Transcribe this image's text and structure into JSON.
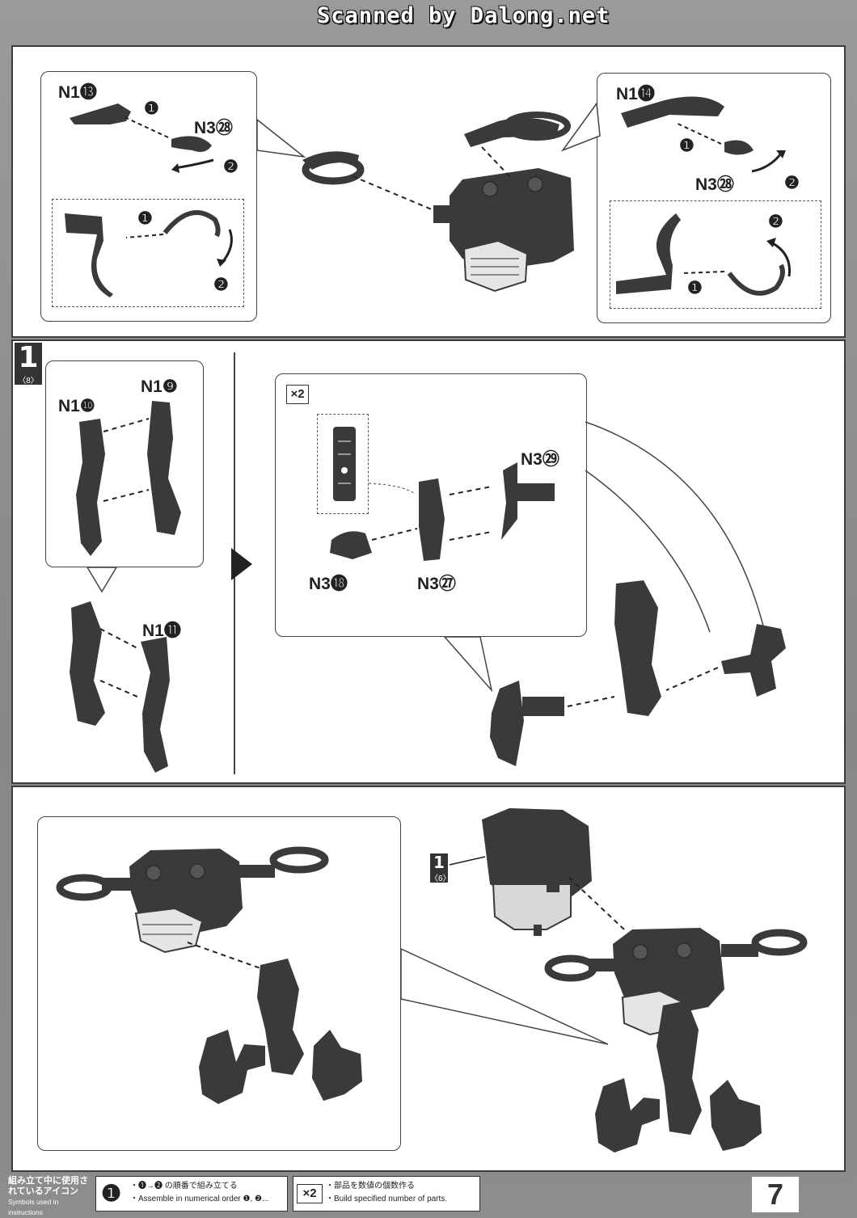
{
  "watermark": "Scanned by Dalong.net",
  "panel_top": {
    "left_callout": {
      "label_a": "N1⓭",
      "label_b": "N3㉘",
      "order_1": "❶",
      "order_2": "❷",
      "order_1b": "❶",
      "order_2b": "❷"
    },
    "right_callout": {
      "label_a": "N1⓮",
      "label_b": "N3㉘",
      "order_1": "❶",
      "order_2": "❷",
      "order_1b": "❶",
      "order_2b": "❷"
    }
  },
  "panel_middle": {
    "step_number": "1",
    "step_ref": "〈8〉",
    "multiplier": "×2",
    "labels": {
      "n1_9": "N1❾",
      "n1_10": "N1❿",
      "n1_11": "N1⓫",
      "n3_29": "N3㉙",
      "n3_18": "N3⓲",
      "n3_27": "N3㉗"
    }
  },
  "panel_bottom": {
    "step_number": "1",
    "step_ref": "〈6〉"
  },
  "legend": {
    "title_jp": "組み立て中に使用されているアイコン",
    "title_en": "Symbols used in instructions",
    "item1_icon": "❶",
    "item1_jp": "・❶→❷ の順番で組み立てる",
    "item1_en": "・Assemble in numerical order ❶, ❷...",
    "item2_icon": "×2",
    "item2_jp": "・部品を数値の個数作る",
    "item2_en": "・Build specified number of parts."
  },
  "page_number": "7",
  "colors": {
    "part_fill": "#3a3a3a",
    "part_light": "#d8d8d8",
    "panel_bg": "#ffffff"
  }
}
